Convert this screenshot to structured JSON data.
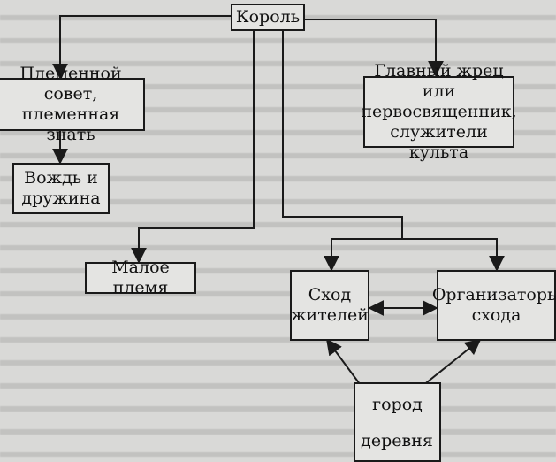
{
  "nodes": {
    "king": {
      "label": "Король"
    },
    "tribal_council": {
      "line1": "Племенной совет,",
      "line2": "племенная знать"
    },
    "high_priest": {
      "line1": "Главный жрец или",
      "line2": "первосвященник,",
      "line3": "служители культа"
    },
    "chief": {
      "line1": "Вождь и",
      "line2": "дружина"
    },
    "small_tribe": {
      "label": "Малое племя"
    },
    "assembly": {
      "line1": "Сход",
      "line2": "жителей"
    },
    "organizers": {
      "line1": "Организаторы",
      "line2": "схода"
    },
    "town": {
      "label": "город"
    },
    "village": {
      "label": "деревня"
    }
  },
  "colors": {
    "line": "#1a1a1a",
    "paper": "#d9d9d7",
    "box": "#e4e4e2"
  }
}
